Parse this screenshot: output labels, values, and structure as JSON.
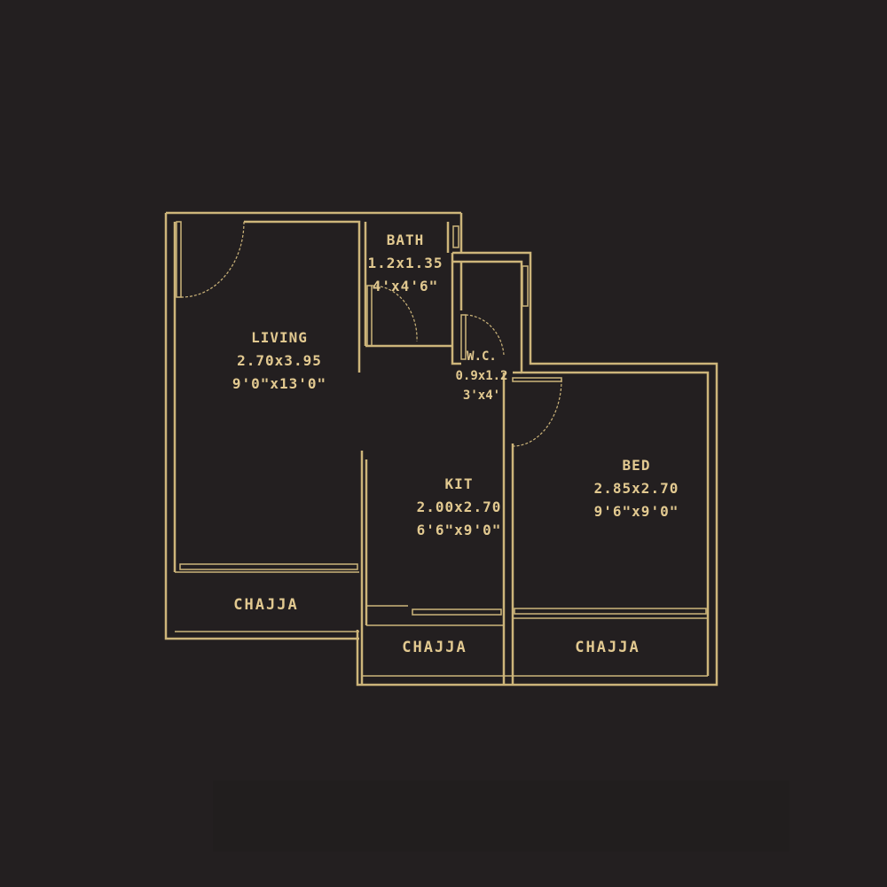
{
  "rooms": {
    "living": {
      "name": "LIVING",
      "metric": "2.70x3.95",
      "imperial": "9'0\"x13'0\""
    },
    "bath": {
      "name": "BATH",
      "metric": "1.2x1.35",
      "imperial": "4'x4'6\""
    },
    "wc": {
      "name": "W.C.",
      "metric": "0.9x1.2",
      "imperial": "3'x4'"
    },
    "kit": {
      "name": "KIT",
      "metric": "2.00x2.70",
      "imperial": "6'6\"x9'0\""
    },
    "bed": {
      "name": "BED",
      "metric": "2.85x2.70",
      "imperial": "9'6\"x9'0\""
    }
  },
  "chajja": {
    "living": "CHAJJA",
    "kit": "CHAJJA",
    "bed": "CHAJJA"
  },
  "colors": {
    "background": "#231f20",
    "line": "#cdb57a",
    "text": "#e2c990"
  }
}
